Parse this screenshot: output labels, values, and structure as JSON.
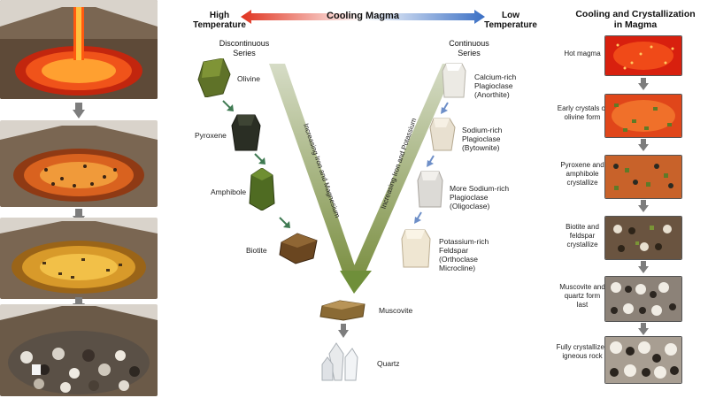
{
  "header": {
    "high_temp": "High\nTemperature",
    "cooling": "Cooling Magma",
    "low_temp": "Low\nTemperature",
    "right_title": "Cooling and Crystallization\nin Magma"
  },
  "series": {
    "discontinuous": "Discontinuous\nSeries",
    "continuous": "Continuous\nSeries",
    "iron_magnesium": "Increasing Iron and Magnesium",
    "iron_potassium": "Increasing Iron and Potassium"
  },
  "minerals": {
    "olivine": "Olivine",
    "pyroxene": "Pyroxene",
    "amphibole": "Amphibole",
    "biotite": "Biotite",
    "muscovite": "Muscovite",
    "quartz": "Quartz",
    "anorthite": "Calcium-rich\nPlagioclase\n(Anorthite)",
    "bytownite": "Sodium-rich\nPlagioclase\n(Bytownite)",
    "oligoclase": "More Sodium-rich\nPlagioclase\n(Oligoclase)",
    "orthoclase": "Potassium-rich\nFeldspar\n(Orthoclase\nMicrocline)"
  },
  "stages": [
    {
      "label": "Hot magma"
    },
    {
      "label": "Early crystals of\nolivine form"
    },
    {
      "label": "Pyroxene and\namphibole\ncrystallize"
    },
    {
      "label": "Biotite and\nfeldspar\ncrystallize"
    },
    {
      "label": "Muscovite and\nquartz form\nlast"
    },
    {
      "label": "Fully crystallized\nigneous rock"
    }
  ],
  "colors": {
    "hot": "#e0331f",
    "cool": "#3a6fc4",
    "arrow_gray": "#7d7d7d",
    "series_green": "#6f8f3a"
  }
}
